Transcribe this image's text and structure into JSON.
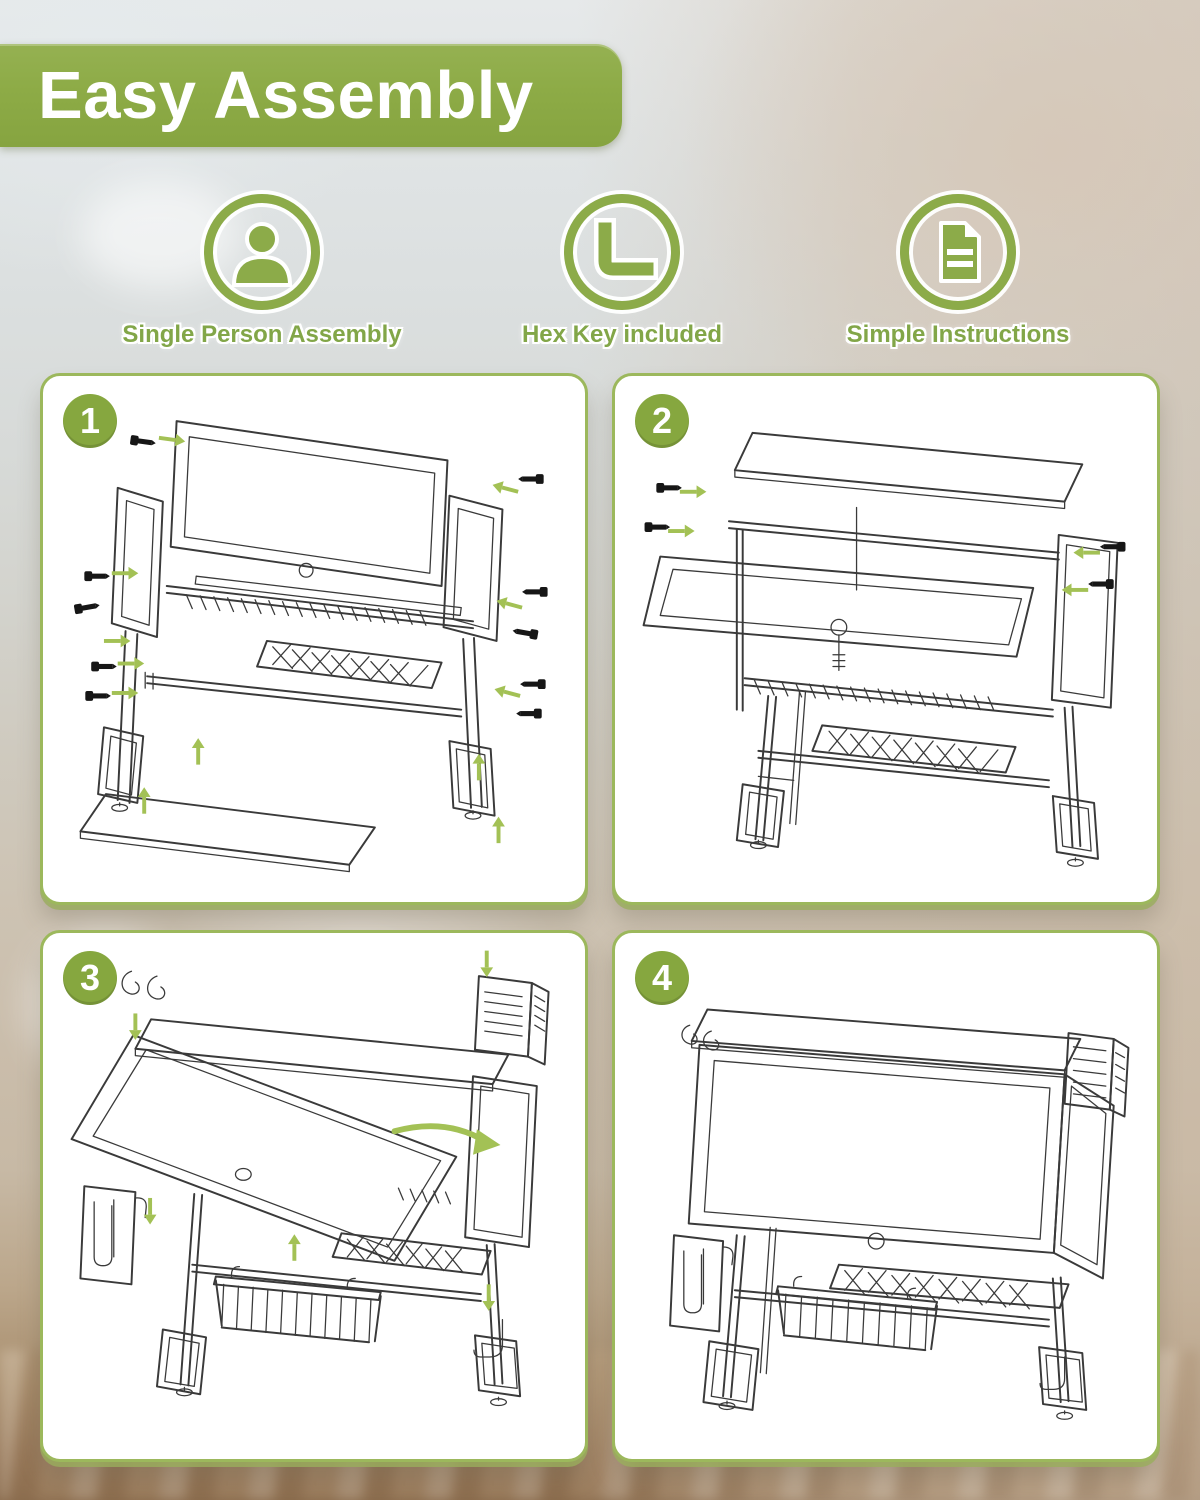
{
  "banner": {
    "title": "Easy Assembly"
  },
  "features": [
    {
      "icon": "person-icon",
      "label": "Single Person Assembly"
    },
    {
      "icon": "hex-key-icon",
      "label": "Hex Key included"
    },
    {
      "icon": "document-icon",
      "label": "Simple Instructions"
    }
  ],
  "steps": [
    {
      "number": "1"
    },
    {
      "number": "2"
    },
    {
      "number": "3"
    },
    {
      "number": "4"
    }
  ],
  "colors": {
    "banner_green": "#8DAB46",
    "badge_green": "#86A73F",
    "panel_border_green": "#9CB85C",
    "icon_green": "#8CAB49",
    "label_green": "#82A648",
    "arrow_green": "#A3C155",
    "line_art": "#3A3A3A",
    "panel_background": "#FFFFFF"
  }
}
